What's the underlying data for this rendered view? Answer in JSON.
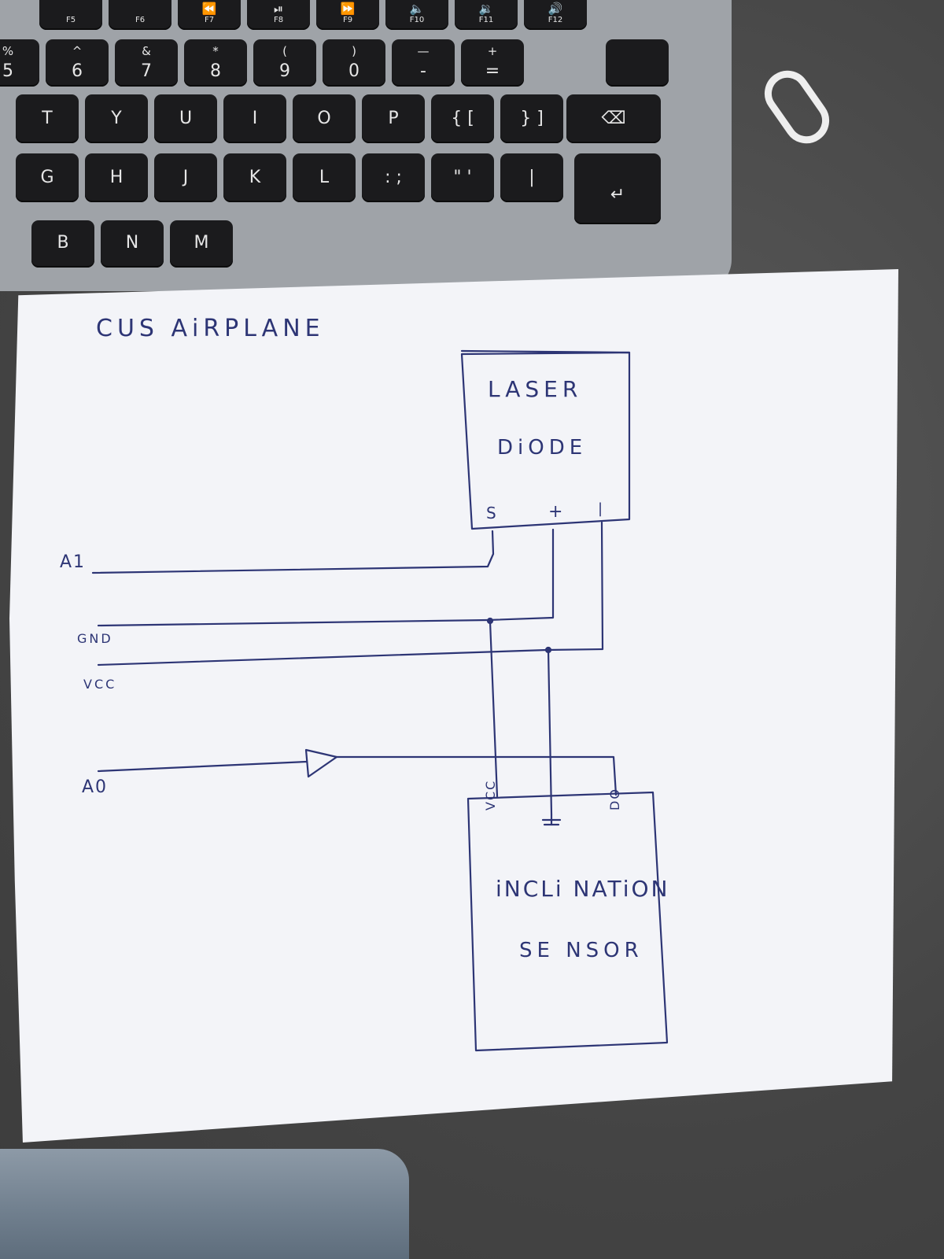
{
  "keyboard": {
    "fn_row": [
      {
        "label": "F5",
        "glyph": ""
      },
      {
        "label": "F6",
        "glyph": ""
      },
      {
        "label": "F7",
        "glyph": "⏪"
      },
      {
        "label": "F8",
        "glyph": "⏯"
      },
      {
        "label": "F9",
        "glyph": "⏩"
      },
      {
        "label": "F10",
        "glyph": "🔈"
      },
      {
        "label": "F11",
        "glyph": "🔉"
      },
      {
        "label": "F12",
        "glyph": "🔊"
      }
    ],
    "number_row": [
      {
        "main": "5",
        "top": "%"
      },
      {
        "main": "6",
        "top": "^"
      },
      {
        "main": "7",
        "top": "&"
      },
      {
        "main": "8",
        "top": "*"
      },
      {
        "main": "9",
        "top": "("
      },
      {
        "main": "0",
        "top": ")"
      },
      {
        "main": "-",
        "top": "—"
      },
      {
        "main": "=",
        "top": "+"
      }
    ],
    "top_row": [
      "T",
      "Y",
      "U",
      "I",
      "O",
      "P",
      "{ [",
      "} ]"
    ],
    "home_row": [
      "G",
      "H",
      "J",
      "K",
      "L",
      ": ;",
      "\" '",
      "|"
    ],
    "bottom_row": [
      "B",
      "N",
      "M"
    ],
    "delete_glyph": "⌫",
    "return_glyph": "↵"
  },
  "sketch": {
    "title": "CUS AiRPLANE",
    "laser_diode": {
      "name_line1": "LASER",
      "name_line2": "DiODE",
      "pin_s": "S",
      "pin_plus": "+",
      "pin_minus": "|"
    },
    "inclination_sensor": {
      "name_line1": "iNCLi NATiON",
      "name_line2": "SE NSOR",
      "pin_vcc": "VCC",
      "pin_do": "DO"
    },
    "wire_labels": {
      "a1": "A1",
      "gnd": "GND",
      "vcc": "VCC",
      "a0": "A0"
    }
  }
}
